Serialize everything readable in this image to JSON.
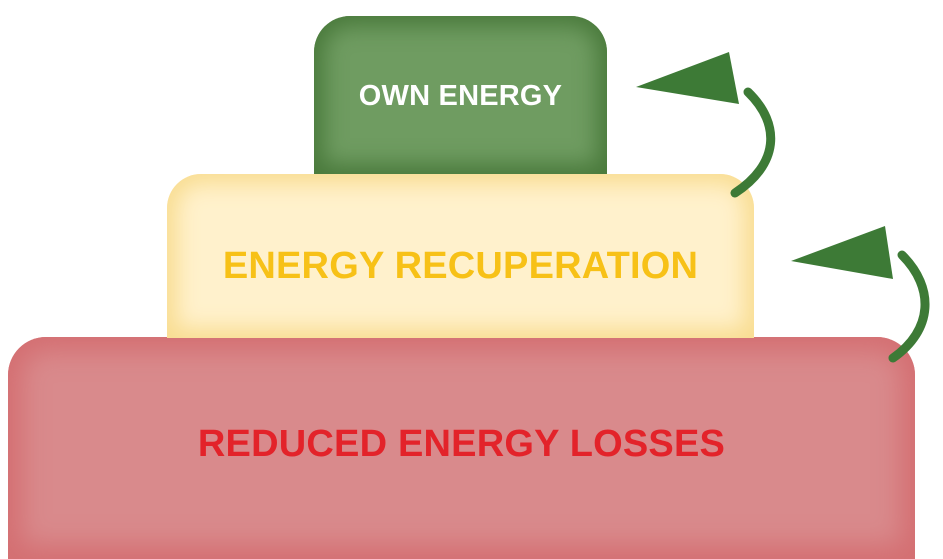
{
  "diagram": {
    "tiers": [
      {
        "id": "own-energy",
        "label": "OWN ENERGY",
        "fill": "#6f9c61",
        "text_color": "#ffffff"
      },
      {
        "id": "energy-recuperation",
        "label": "ENERGY RECUPERATION",
        "fill": "#fff1cc",
        "text_color": "#f7c117"
      },
      {
        "id": "reduced-energy-losses",
        "label": "REDUCED ENERGY LOSSES",
        "fill": "#d98a8c",
        "text_color": "#e3232a"
      }
    ],
    "arrow_color": "#3d7a36"
  }
}
